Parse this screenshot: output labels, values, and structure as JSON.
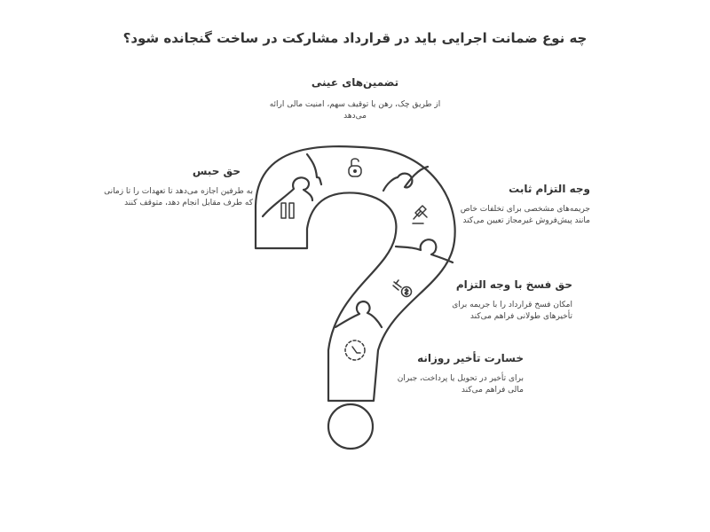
{
  "title": "چه نوع ضمانت اجرایی باید در قرارداد مشارکت در ساخت گنجانده شود؟",
  "items": [
    {
      "title": "تضمین‌های عینی",
      "description": "از طریق چک، رهن یا توقیف سهم، امنیت مالی ارائه می‌دهد",
      "icon": "lock-icon"
    },
    {
      "title": "حق حبس",
      "description": "به طرفین اجازه می‌دهد تا تعهدات را تا زمانی که طرف مقابل انجام دهد، متوقف کنند",
      "icon": "pause-icon"
    },
    {
      "title": "وجه التزام ثابت",
      "description": "جریمه‌های مشخصی برای تخلفات خاص مانند پیش‌فروش غیرمجاز تعیین می‌کند",
      "icon": "gavel-icon"
    },
    {
      "title": "حق فسخ با وجه التزام",
      "description": "امکان فسخ قرارداد را با جریمه برای تأخیرهای طولانی فراهم می‌کند",
      "icon": "broken-money-icon"
    },
    {
      "title": "خسارت تأخیر روزانه",
      "description": "برای تأخیر در تحویل یا پرداخت، جبران مالی فراهم می‌کند",
      "icon": "clock-icon"
    }
  ]
}
